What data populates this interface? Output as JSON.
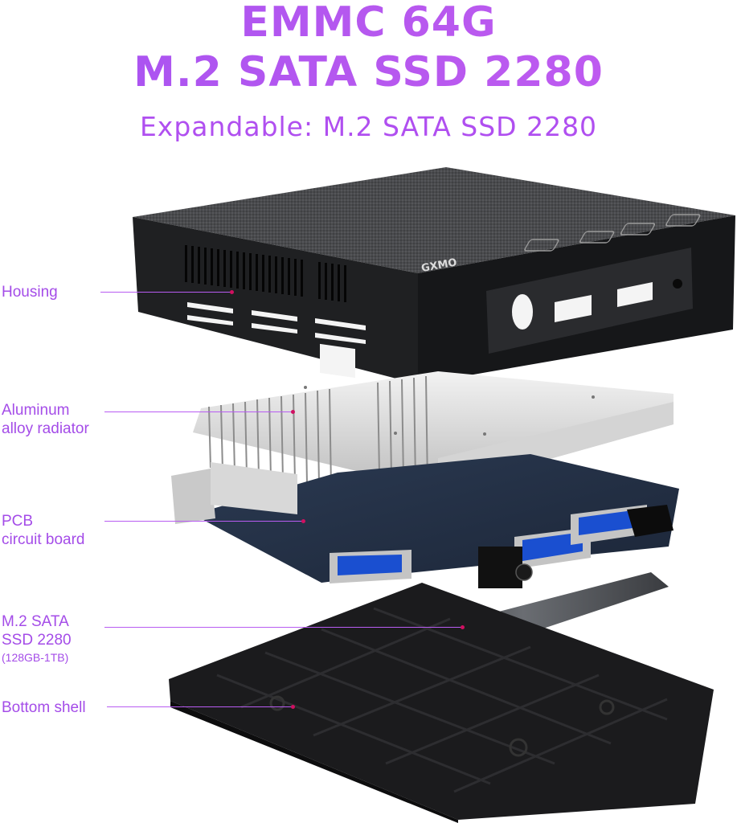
{
  "header": {
    "line1": "EMMC 64G",
    "line2": "M.2 SATA SSD 2280",
    "subtitle": "Expandable: M.2 SATA  SSD 2280"
  },
  "callouts": {
    "housing": "Housing",
    "radiator_line1": "Aluminum",
    "radiator_line2": "alloy radiator",
    "pcb_line1": "PCB",
    "pcb_line2": "circuit board",
    "ssd_line1": "M.2 SATA",
    "ssd_line2": "SSD 2280",
    "ssd_capacity": "(128GB-1TB)",
    "bottom_shell": "Bottom shell"
  },
  "device": {
    "brand_logo": "GXMO"
  },
  "colors": {
    "headline": "#b054f0",
    "label": "#a44ce8",
    "leader_dot": "#d01060"
  }
}
